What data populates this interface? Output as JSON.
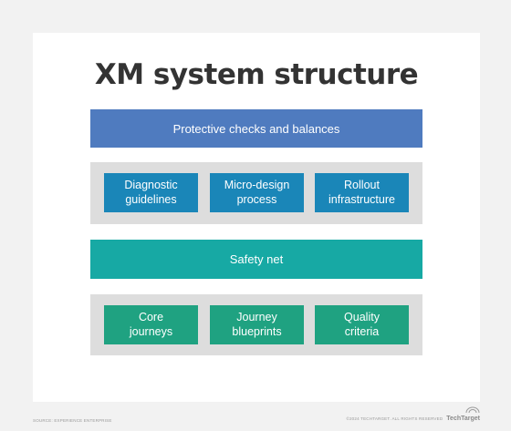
{
  "diagram": {
    "title": "XM system structure",
    "top_layer": {
      "label": "Protective checks and balances",
      "color": "#4f7bbf"
    },
    "upper_group": {
      "items": [
        {
          "label": "Diagnostic\nguidelines"
        },
        {
          "label": "Micro-design\nprocess"
        },
        {
          "label": "Rollout\ninfrastructure"
        }
      ],
      "color": "#1a86b8"
    },
    "middle_layer": {
      "label": "Safety net",
      "color": "#17a9a4"
    },
    "lower_group": {
      "items": [
        {
          "label": "Core\njourneys"
        },
        {
          "label": "Journey\nblueprints"
        },
        {
          "label": "Quality\ncriteria"
        }
      ],
      "color": "#1fa281"
    }
  },
  "footer": {
    "source": "SOURCE: EXPERIENCE ENTERPRISE",
    "copyright": "©2024 TECHTARGET. ALL RIGHTS RESERVED",
    "brand": "TechTarget"
  }
}
